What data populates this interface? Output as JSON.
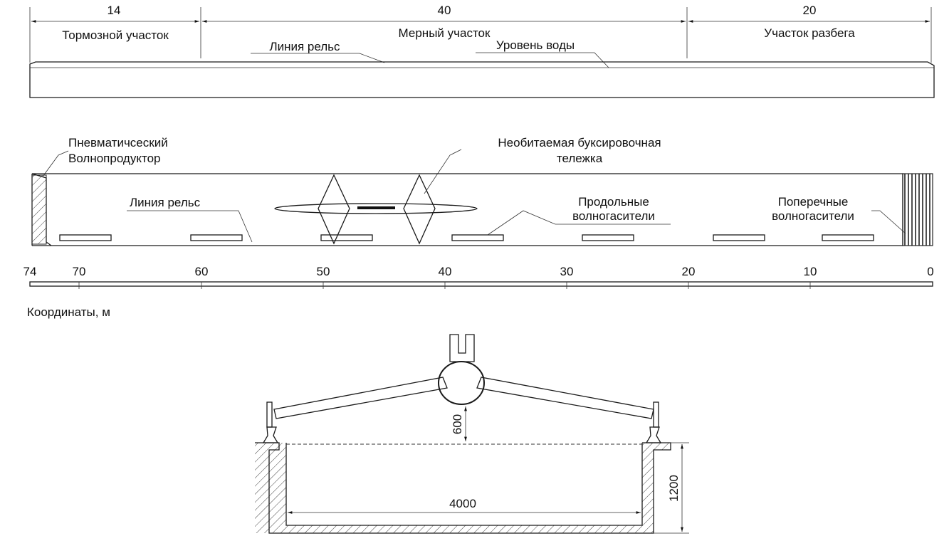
{
  "top_view": {
    "sections": [
      {
        "length": "14",
        "name": "Тормозной участок"
      },
      {
        "length": "40",
        "name": "Мерный участок"
      },
      {
        "length": "20",
        "name": "Участок разбега"
      }
    ],
    "rail_line_label": "Линия рельс",
    "water_level_label": "Уровень воды"
  },
  "plan_view": {
    "wavemaker_label_line1": "Пневматичсеский",
    "wavemaker_label_line2": "Волнопродуктор",
    "carriage_label_line1": "Необитаемая буксировочная",
    "carriage_label_line2": "тележка",
    "rail_line_label": "Линия рельс",
    "long_absorbers_line1": "Продольные",
    "long_absorbers_line2": "волногасители",
    "trans_absorbers_line1": "Поперечные",
    "trans_absorbers_line2": "волногасители"
  },
  "scale": {
    "ticks": [
      "74",
      "70",
      "60",
      "50",
      "40",
      "30",
      "20",
      "10",
      "0"
    ],
    "caption": "Координаты, м"
  },
  "cross_section": {
    "width_dim": "4000",
    "depth_dim": "1200",
    "clearance_dim": "600"
  }
}
